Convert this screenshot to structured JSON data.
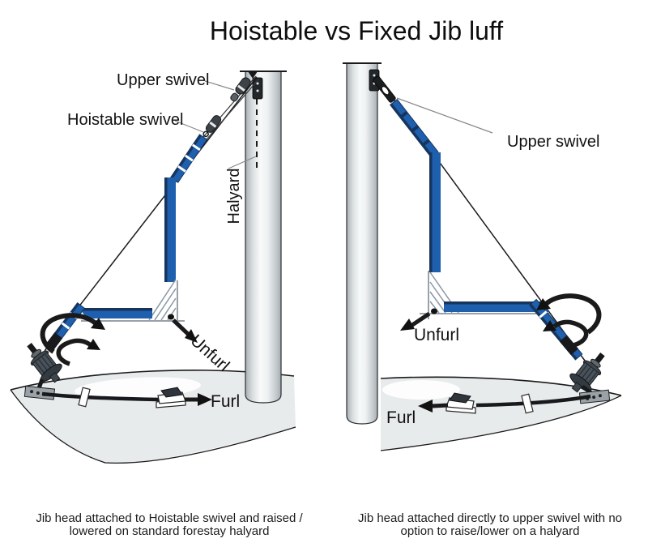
{
  "title": "Hoistable vs Fixed Jib luff",
  "colors": {
    "sail_blue": "#1e5fae",
    "sail_navy": "#16355e",
    "hatch_gray": "#8a97a6",
    "deck_gray": "#e8ebec",
    "line_ink": "#1a1a1a",
    "label_ink": "#121212",
    "leader_gray": "#888888"
  },
  "left_diagram": {
    "labels": {
      "upper_swivel": "Upper swivel",
      "hoistable_swivel": "Hoistable swivel",
      "halyard": "Halyard",
      "unfurl": "Unfurl",
      "furl": "Furl"
    },
    "caption_line1": "Jib head attached to Hoistable swivel and raised /",
    "caption_line2": "lowered on standard forestay halyard"
  },
  "right_diagram": {
    "labels": {
      "upper_swivel": "Upper swivel",
      "unfurl": "Unfurl",
      "furl": "Furl"
    },
    "caption_line1": "Jib head attached directly to upper swivel with no",
    "caption_line2": "option to raise/lower on a halyard"
  }
}
